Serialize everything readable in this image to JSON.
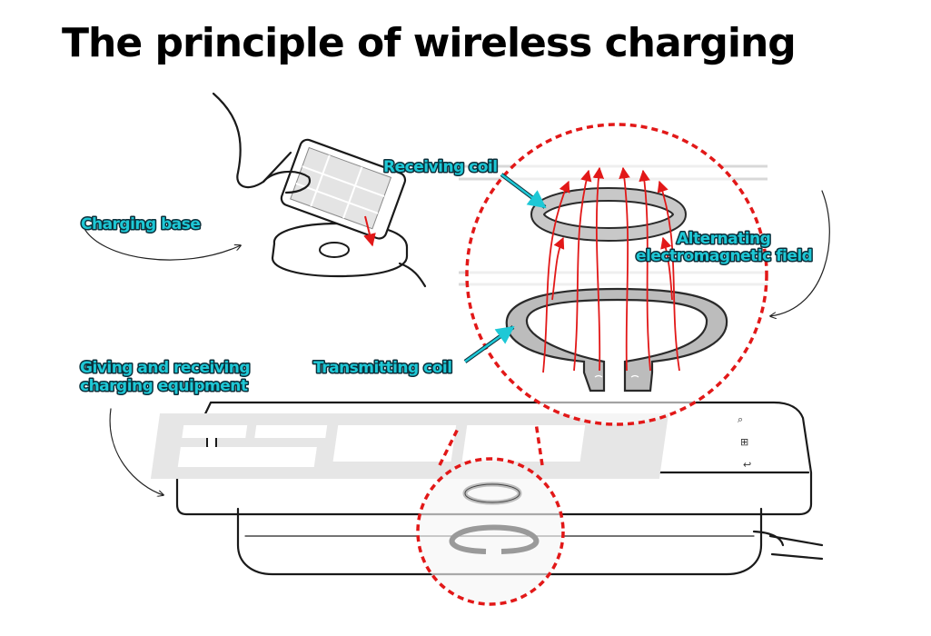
{
  "title": "The principle of wireless charging",
  "labels": {
    "receiving_coil": "Receiving coil",
    "charging_base": "Charging base",
    "field_line1": "Alternating",
    "field_line2": "electromagnetic field",
    "transmitting_coil": "Transmitting coil",
    "equipment_line1": "Giving and receiving",
    "equipment_line2": "charging equipment"
  },
  "colors": {
    "label_fill": "#1ec8d6",
    "label_outline": "#0c2f3a",
    "field_lines": "#e21818",
    "magnifier_circle": "#e21818",
    "pointer_arrow": "#1ec8d6"
  }
}
